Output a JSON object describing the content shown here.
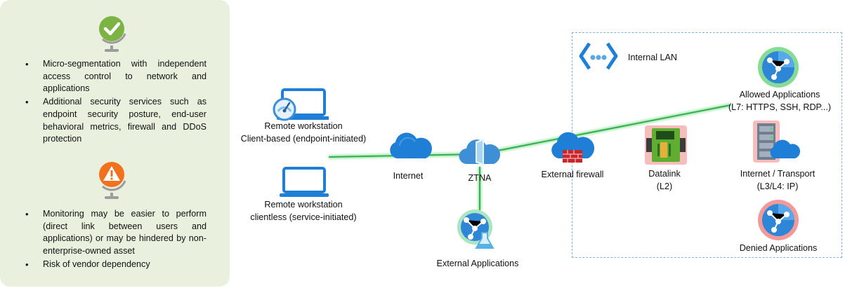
{
  "pros_panel": {
    "icon": "checkmark-globe-icon",
    "bullets": [
      "Micro-segmentation with independent access control to network and applications",
      "Additional security services such as endpoint security posture, end-user behavioral metrics, firewall and DDoS protection"
    ]
  },
  "cons_panel": {
    "icon": "warning-globe-icon",
    "bullets": [
      "Monitoring may be easier to perform (direct link between users and applications) or may be hindered by non-enterprise-owned asset",
      "Risk of vendor dependency"
    ]
  },
  "nodes": {
    "client_based": {
      "line1": "Remote workstation",
      "line2": "Client-based (endpoint-initiated)",
      "icon": "laptop-gauge-icon"
    },
    "clientless": {
      "line1": "Remote workstation",
      "line2": "clientless (service-initiated)",
      "icon": "laptop-icon"
    },
    "internet": {
      "label": "Internet",
      "icon": "cloud-icon"
    },
    "ztna": {
      "label": "ZTNA",
      "icon": "ztna-cloud-icon"
    },
    "external_apps": {
      "label": "External Applications",
      "icon": "web-app-flask-icon"
    },
    "external_firewall": {
      "label": "External firewall",
      "icon": "cloud-firewall-icon"
    },
    "internal_lan": {
      "label": "Internal LAN",
      "icon": "lan-chevrons-icon"
    },
    "datalink": {
      "line1": "Datalink",
      "line2": "(L2)",
      "icon": "circuit-board-icon"
    },
    "allowed_apps": {
      "line1": "Allowed Applications",
      "line2": "(L7: HTTPS, SSH, RDP...)",
      "icon": "web-app-icon"
    },
    "internet_transport": {
      "line1": "Internet / Transport",
      "line2": "(L3/L4: IP)",
      "icon": "server-cloud-icon"
    },
    "denied_apps": {
      "label": "Denied Applications",
      "icon": "web-app-icon"
    }
  },
  "colors": {
    "panel_bg": "#e9f1de",
    "link_glow": "#3ccf55",
    "azure_blue": "#1f7fd6",
    "allowed_glow": "#66d47a",
    "denied_glow": "#f08080",
    "lan_border": "#7eb4d8",
    "check_green": "#7cb342",
    "warning_orange": "#f2711c"
  }
}
